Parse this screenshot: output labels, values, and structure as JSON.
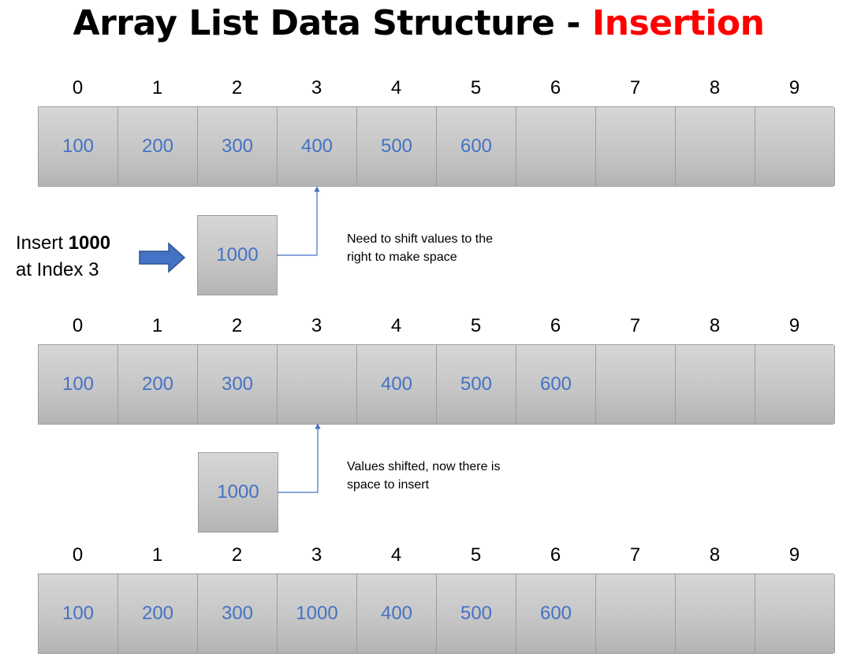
{
  "title": {
    "main": "Array List Data Structure - ",
    "accent": "Insertion"
  },
  "indices": [
    "0",
    "1",
    "2",
    "3",
    "4",
    "5",
    "6",
    "7",
    "8",
    "9"
  ],
  "arrays": [
    [
      "100",
      "200",
      "300",
      "400",
      "500",
      "600",
      "",
      "",
      "",
      ""
    ],
    [
      "100",
      "200",
      "300",
      "",
      "400",
      "500",
      "600",
      "",
      "",
      ""
    ],
    [
      "100",
      "200",
      "300",
      "1000",
      "400",
      "500",
      "600",
      "",
      "",
      ""
    ]
  ],
  "insert": {
    "prefix": "Insert ",
    "value": "1000",
    "suffix": "at Index 3"
  },
  "new_value_box_1": "1000",
  "new_value_box_2": "1000",
  "notes": {
    "step1": "Need to shift values to the right to make space",
    "step2": "Values shifted, now there is space to insert"
  },
  "colors": {
    "accent": "#ff0000",
    "value_text": "#4472c4",
    "arrow": "#4472c4"
  },
  "icons": {
    "insert_arrow": "right-arrow-icon"
  }
}
